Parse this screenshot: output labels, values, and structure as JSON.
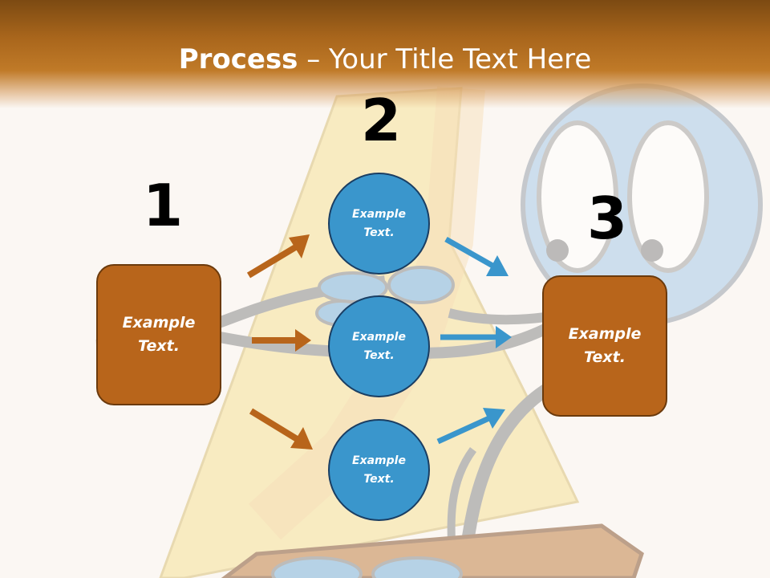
{
  "title": {
    "bold": "Process",
    "rest": " – Your Title Text Here"
  },
  "steps": [
    {
      "number": "1",
      "text": "Example Text."
    },
    {
      "number": "2",
      "items": [
        "Example Text.",
        "Example Text.",
        "Example Text."
      ]
    },
    {
      "number": "3",
      "text": "Example Text."
    }
  ],
  "colors": {
    "accent_orange": "#b8651b",
    "accent_blue": "#3a96cc",
    "header": "#a9661c"
  },
  "background_illustration": "cartoon-sailboat-character"
}
